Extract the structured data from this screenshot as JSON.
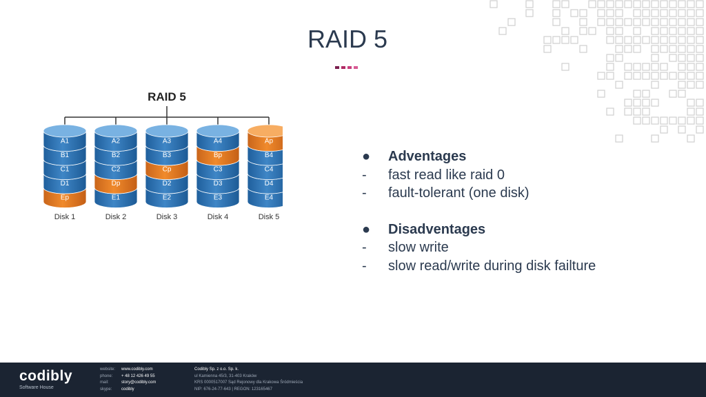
{
  "slide": {
    "title": "RAID 5",
    "accent_colors": [
      "#7b1f4f",
      "#b02a64",
      "#c93e7c",
      "#d85a94"
    ]
  },
  "diagram": {
    "heading": "RAID 5",
    "colors": {
      "data_block": "#3f86c6",
      "parity_block": "#f08a2c",
      "connector": "#333333"
    },
    "disks": [
      {
        "label": "Disk 1",
        "blocks": [
          "A1",
          "B1",
          "C1",
          "D1",
          "Ep"
        ],
        "parity_index": 4
      },
      {
        "label": "Disk 2",
        "blocks": [
          "A2",
          "B2",
          "C2",
          "Dp",
          "E1"
        ],
        "parity_index": 3
      },
      {
        "label": "Disk 3",
        "blocks": [
          "A3",
          "B3",
          "Cp",
          "D2",
          "E2"
        ],
        "parity_index": 2
      },
      {
        "label": "Disk 4",
        "blocks": [
          "A4",
          "Bp",
          "C3",
          "D3",
          "E3"
        ],
        "parity_index": 1
      },
      {
        "label": "Disk 5",
        "blocks": [
          "Ap",
          "B4",
          "C4",
          "D4",
          "E4"
        ],
        "parity_index": 0
      }
    ]
  },
  "bullets": {
    "adv_mark": "●",
    "adv_title": "Adventages",
    "adv_items": [
      "fast read like raid 0",
      "fault-tolerant (one disk)"
    ],
    "dis_mark": "●",
    "dis_title": "Disadventages",
    "dis_items": [
      "slow write",
      "slow read/write during disk failture"
    ],
    "dash": "-"
  },
  "footer": {
    "brand": "codibly",
    "brand_sub": "Software House",
    "contact": [
      {
        "label": "website:",
        "value": "www.codibly.com"
      },
      {
        "label": "phone:",
        "value": "+ 48 12 426 49 55"
      },
      {
        "label": "mail:",
        "value": "story@codibly.com"
      },
      {
        "label": "skype:",
        "value": "codibly"
      }
    ],
    "company": [
      "Codibly Sp. z o.o. Sp. k.",
      "ul Kamienna 45/3, 31-403 Kraków",
      "KRS 0000517007 Sąd Rejonowy dla Krakowa Śródmieścia",
      "NIP: 676-24-77-643  |  REGON: 123165467"
    ]
  }
}
